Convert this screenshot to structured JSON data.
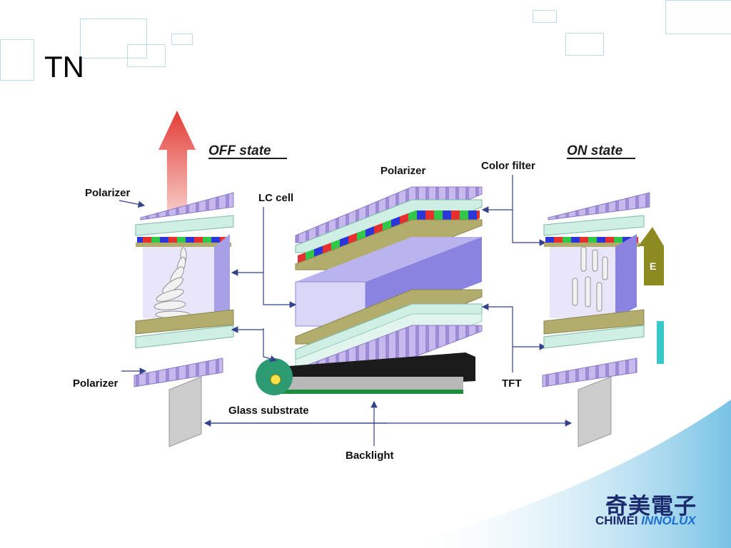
{
  "slide": {
    "title": "TN"
  },
  "diagram": {
    "off_state": "OFF state",
    "on_state": "ON state",
    "polarizer_top_left": "Polarizer",
    "polarizer_bottom_left": "Polarizer",
    "polarizer_center": "Polarizer",
    "lc_cell": "LC cell",
    "color_filter": "Color filter",
    "tft": "TFT",
    "glass_substrate": "Glass substrate",
    "backlight": "Backlight",
    "on_side_letter": "E"
  },
  "logo": {
    "chinese": "奇美電子",
    "brand_a": "CHIMEI",
    "brand_b": "INNOLUX"
  },
  "colors": {
    "polarizer": "#b9a8e6",
    "glass": "#c8eee4",
    "substrate": "#b2ad6c",
    "lc_block": "#c8c4f0",
    "red_arrow": "#e33b2e",
    "logo_blue": "#1b2a6e"
  }
}
